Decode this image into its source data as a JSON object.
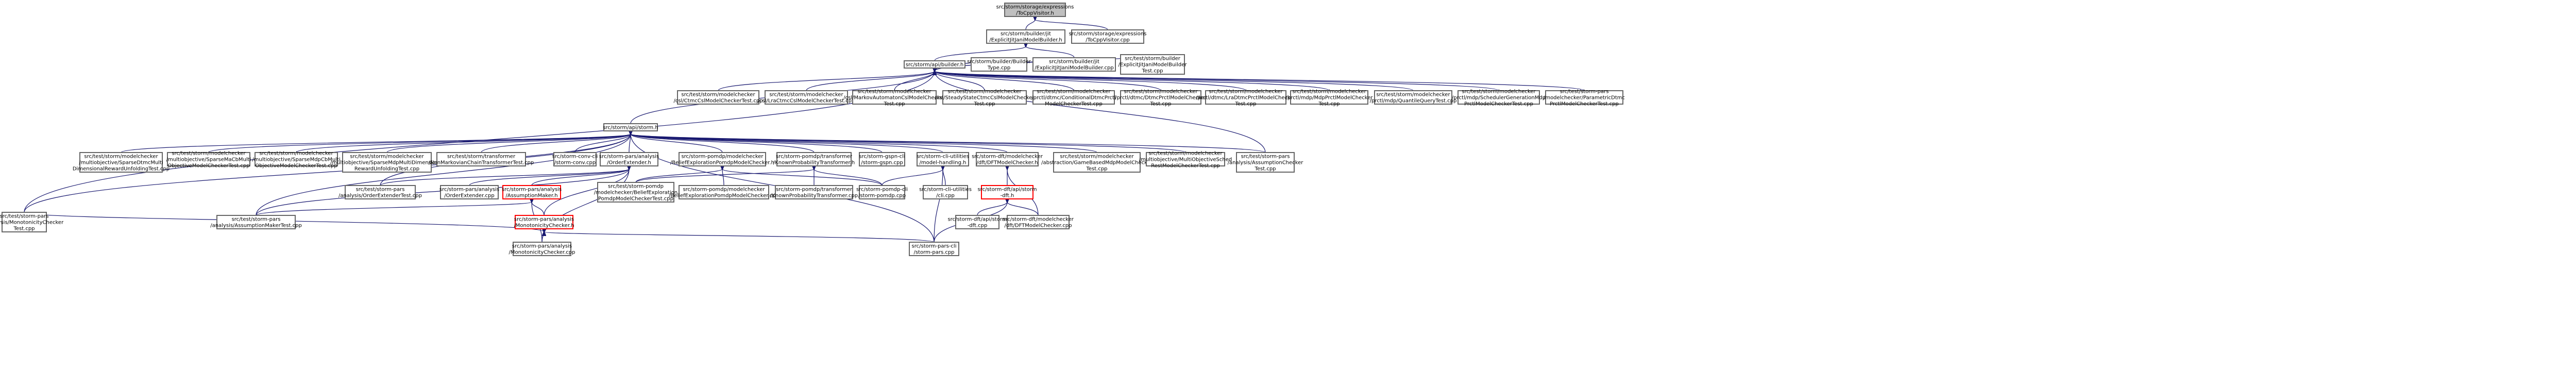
{
  "graph": {
    "nodes": [
      {
        "id": "n_root",
        "style": "root",
        "lines": [
          "src/storm/storage/expressions",
          "/ToCppVisitor.h"
        ]
      },
      {
        "id": "n_builder_h",
        "style": "box",
        "lines": [
          "src/storm/builder/jit",
          "/ExplicitJitJaniModelBuilder.h"
        ]
      },
      {
        "id": "n_tocpp_cpp",
        "style": "box",
        "lines": [
          "src/storm/storage/expressions",
          "/ToCppVisitor.cpp"
        ]
      },
      {
        "id": "n_api_builder",
        "style": "box",
        "lines": [
          "src/storm/api/builder.h"
        ]
      },
      {
        "id": "n_buildertype",
        "style": "box",
        "lines": [
          "src/storm/builder/Builder",
          "Type.cpp"
        ]
      },
      {
        "id": "n_jit_cpp",
        "style": "box",
        "lines": [
          "src/storm/builder/jit",
          "/ExplicitJitJaniModelBuilder.cpp"
        ]
      },
      {
        "id": "n_jit_test",
        "style": "box",
        "lines": [
          "src/test/storm/builder",
          "/ExplicitJitJaniModelBuilder",
          "Test.cpp"
        ]
      },
      {
        "id": "n_api_storm",
        "style": "box",
        "lines": [
          "src/storm/api/storm.h"
        ]
      },
      {
        "id": "n_ctmc_cond",
        "style": "box",
        "lines": [
          "src/test/storm/modelchecker",
          "/csl/CtmcCslModelCheckerTest.cpp"
        ]
      },
      {
        "id": "n_lra_ctmc",
        "style": "box",
        "lines": [
          "src/test/storm/modelchecker",
          "/csl/LraCtmcCslModelCheckerTest.cpp"
        ]
      },
      {
        "id": "n_ma_csl",
        "style": "box",
        "lines": [
          "src/test/storm/modelchecker",
          "/csl/MarkovAutomatonCslModelChecker",
          "Test.cpp"
        ]
      },
      {
        "id": "n_steady",
        "style": "box",
        "lines": [
          "src/test/storm/modelchecker",
          "/csl/SteadyStateCtmcCslModelChecker",
          "Test.cpp"
        ]
      },
      {
        "id": "n_cond_dtmc",
        "style": "box",
        "lines": [
          "src/test/storm/modelchecker",
          "/prctl/dtmc/ConditionalDtmcPrctl",
          "ModelCheckerTest.cpp"
        ]
      },
      {
        "id": "n_dtmc_prctl",
        "style": "box",
        "lines": [
          "src/test/storm/modelchecker",
          "/prctl/dtmc/DtmcPrctlModelChecker",
          "Test.cpp"
        ]
      },
      {
        "id": "n_lra_dtmc",
        "style": "box",
        "lines": [
          "src/test/storm/modelchecker",
          "/prctl/dtmc/LraDtmcPrctlModelChecker",
          "Test.cpp"
        ]
      },
      {
        "id": "n_mdp_prctl",
        "style": "box",
        "lines": [
          "src/test/storm/modelchecker",
          "/prctl/mdp/MdpPrctlModelChecker",
          "Test.cpp"
        ]
      },
      {
        "id": "n_quantile",
        "style": "box",
        "lines": [
          "src/test/storm/modelchecker",
          "/prctl/mdp/QuantileQueryTest.cpp"
        ]
      },
      {
        "id": "n_sched",
        "style": "box",
        "lines": [
          "src/test/storm/modelchecker",
          "/prctl/mdp/SchedulerGenerationMdp",
          "PrctlModelCheckerTest.cpp"
        ]
      },
      {
        "id": "n_pars_param",
        "style": "box",
        "lines": [
          "src/test/storm-pars",
          "/modelchecker/ParametricDtmc",
          "PrctlModelCheckerTest.cpp"
        ]
      },
      {
        "id": "n_multi1",
        "style": "box",
        "lines": [
          "src/test/storm/modelchecker",
          "/multiobjective/SparseDtmcMulti",
          "DimensionalRewardUnfoldingTest.cpp"
        ]
      },
      {
        "id": "n_multi2",
        "style": "box",
        "lines": [
          "src/test/storm/modelchecker",
          "/multiobjective/SparseMaCbMulti",
          "ObjectiveModelCheckerTest.cpp"
        ]
      },
      {
        "id": "n_multi3",
        "style": "box",
        "lines": [
          "src/test/storm/modelchecker",
          "/multiobjective/SparseMdpCbMulti",
          "ObjectiveModelCheckerTest.cpp"
        ]
      },
      {
        "id": "n_multi4",
        "style": "box",
        "lines": [
          "src/test/storm/modelchecker",
          "/multiobjective/SparseMdpMultiDimensional",
          "RewardUnfoldingTest.cpp"
        ]
      },
      {
        "id": "n_nonmarkov",
        "style": "box",
        "lines": [
          "src/test/storm/transformer",
          "/NonMarkovianChainTransformerTest.cpp"
        ]
      },
      {
        "id": "n_conv",
        "style": "box",
        "lines": [
          "src/storm-conv-cli",
          "/storm-conv.cpp"
        ]
      },
      {
        "id": "n_order_ext_h",
        "style": "box",
        "lines": [
          "src/storm-pars/analysis",
          "/OrderExtender.h"
        ]
      },
      {
        "id": "n_belief_h",
        "style": "box",
        "lines": [
          "src/storm-pomdp/modelchecker",
          "/BeliefExplorationPomdpModelChecker.h"
        ]
      },
      {
        "id": "n_known_h",
        "style": "box",
        "lines": [
          "src/storm-pomdp/transformer",
          "/KnownProbabilityTransformer.h"
        ]
      },
      {
        "id": "n_gspn",
        "style": "box",
        "lines": [
          "src/storm-gspn-cli",
          "/storm-gspn.cpp"
        ]
      },
      {
        "id": "n_cli_model",
        "style": "box",
        "lines": [
          "src/storm-cli-utilities",
          "/model-handling.h"
        ]
      },
      {
        "id": "n_dft_mc_h",
        "style": "box",
        "lines": [
          "src/storm-dft/modelchecker",
          "/dft/DFTModelChecker.h"
        ]
      },
      {
        "id": "n_game_test",
        "style": "box",
        "lines": [
          "src/test/storm/modelchecker",
          "/abstraction/GameBasedMdpModelChecker",
          "Test.cpp"
        ]
      },
      {
        "id": "n_multi_sched",
        "style": "box",
        "lines": [
          "src/test/storm/modelchecker",
          "/multiobjective/MultiObjectiveSched",
          "RestModelCheckerTest.cpp"
        ]
      },
      {
        "id": "n_assumption_checker",
        "style": "box",
        "lines": [
          "src/test/storm-pars",
          "/analysis/AssumptionChecker",
          "Test.cpp"
        ]
      },
      {
        "id": "n_order_ext_test",
        "style": "box",
        "lines": [
          "src/test/storm-pars",
          "/analysis/OrderExtenderTest.cpp"
        ]
      },
      {
        "id": "n_order_ext_cpp",
        "style": "box",
        "lines": [
          "src/storm-pars/analysis",
          "/OrderExtender.cpp"
        ]
      },
      {
        "id": "n_assump_maker_h",
        "style": "red",
        "lines": [
          "src/storm-pars/analysis",
          "/AssumptionMaker.h"
        ]
      },
      {
        "id": "n_belief_test",
        "style": "box",
        "lines": [
          "src/test/storm-pomdp",
          "/modelchecker/BeliefExploration",
          "PomdpModelCheckerTest.cpp"
        ]
      },
      {
        "id": "n_belief_cpp",
        "style": "box",
        "lines": [
          "src/storm-pomdp/modelchecker",
          "/BeliefExplorationPomdpModelChecker.cpp"
        ]
      },
      {
        "id": "n_known_cpp",
        "style": "box",
        "lines": [
          "src/storm-pomdp/transformer",
          "/KnownProbabilityTransformer.cpp"
        ]
      },
      {
        "id": "n_pomdp",
        "style": "box",
        "lines": [
          "src/storm-pomdp-cli",
          "/storm-pomdp.cpp"
        ]
      },
      {
        "id": "n_cli_cpp",
        "style": "box",
        "lines": [
          "src/storm-cli-utilities",
          "/cli.cpp"
        ]
      },
      {
        "id": "n_dft_api_h",
        "style": "red",
        "lines": [
          "src/storm-dft/api/storm",
          "-dft.h"
        ]
      },
      {
        "id": "n_assump_maker_test",
        "style": "box",
        "lines": [
          "src/test/storm-pars",
          "/analysis/AssumptionMakerTest.cpp"
        ]
      },
      {
        "id": "n_mono_h",
        "style": "red",
        "lines": [
          "src/storm-pars/analysis",
          "/MonotonicityChecker.h"
        ]
      },
      {
        "id": "n_dft_cpp",
        "style": "box",
        "lines": [
          "src/storm-dft/api/storm",
          "-dft.cpp"
        ]
      },
      {
        "id": "n_dft_mc_cpp",
        "style": "box",
        "lines": [
          "src/storm-dft/modelchecker",
          "/dft/DFTModelChecker.cpp"
        ]
      },
      {
        "id": "n_mono_test",
        "style": "box",
        "lines": [
          "src/test/storm-pars",
          "/analysis/MonotonicityChecker",
          "Test.cpp"
        ]
      },
      {
        "id": "n_mono_cpp",
        "style": "box",
        "lines": [
          "src/storm-pars/analysis",
          "/MonotonicityChecker.cpp"
        ]
      },
      {
        "id": "n_pars_cpp",
        "style": "box",
        "lines": [
          "src/storm-pars-cli",
          "/storm-pars.cpp"
        ]
      }
    ]
  }
}
